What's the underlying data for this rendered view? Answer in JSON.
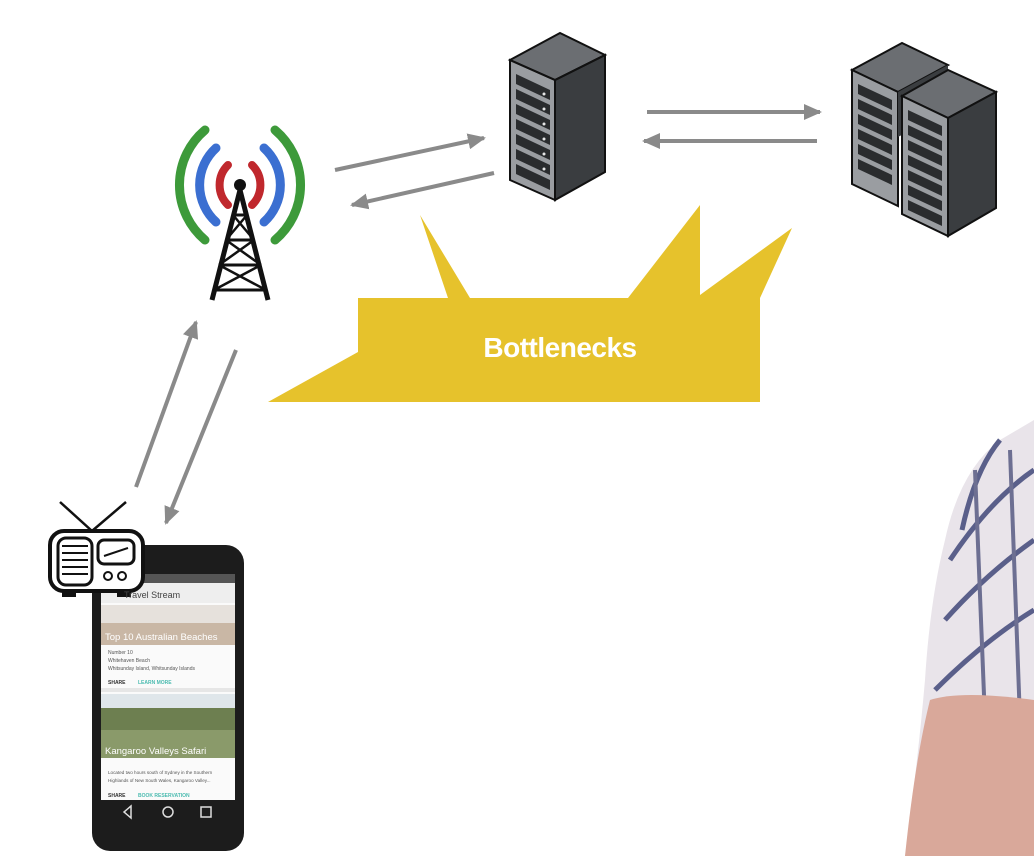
{
  "callout": {
    "label": "Bottlenecks",
    "color": "#e6c22c"
  },
  "arrow_color": "#8a8a8a",
  "signal_colors": {
    "inner": "#c0282d",
    "middle": "#3b6fd1",
    "outer": "#3d9a3a"
  },
  "icons": {
    "tower": "radio-tower-icon",
    "server_single": "server-rack-icon",
    "server_double": "server-cluster-icon",
    "radio": "radio-icon",
    "phone": "smartphone-icon"
  },
  "phone": {
    "app_title": "Travel Stream",
    "card1": {
      "title": "Top 10 Australian Beaches",
      "line1": "Number 10",
      "line2": "Whitehaven Beach",
      "line3": "Whitsunday Island, Whitsunday Islands",
      "action1": "SHARE",
      "action2": "LEARN MORE"
    },
    "card2": {
      "title": "Kangaroo Valleys Safari",
      "line1": "Located two hours south of Sydney in the Southern",
      "line2": "Highlands of New South Wales, Kangaroo Valley...",
      "action1": "SHARE",
      "action2": "BOOK RESERVATION"
    }
  }
}
